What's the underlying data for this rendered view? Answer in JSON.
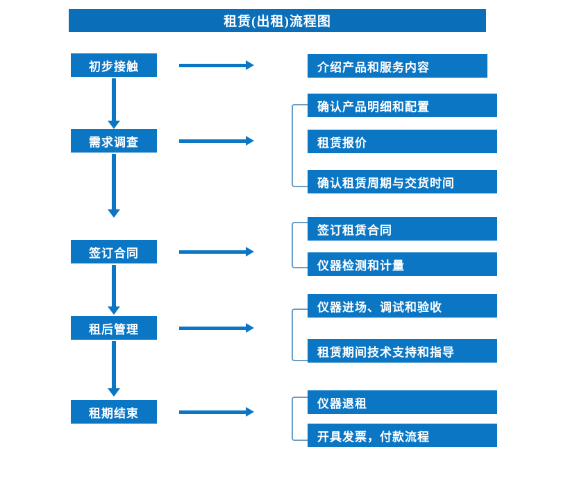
{
  "chart_data": {
    "type": "diagram",
    "title": "租赁(出租)流程图",
    "orientation": "vertical-left-stages-with-right-detail-groups"
  },
  "title": {
    "text": "租赁(出租)流程图"
  },
  "colors": {
    "box_fill": "#0b76c4",
    "title_fill": "#0b6eb8",
    "arrow": "#0b76c4",
    "bracket": "#6a9cc8",
    "text": "#ffffff",
    "background": "#ffffff"
  },
  "stages": [
    {
      "label": "初步接触",
      "details": [
        "介绍产品和服务内容"
      ]
    },
    {
      "label": "需求调查",
      "details": [
        "确认产品明细和配置",
        "租赁报价",
        "确认租赁周期与交货时间"
      ]
    },
    {
      "label": "签订合同",
      "details": [
        "签订租赁合同",
        "仪器检测和计量"
      ]
    },
    {
      "label": "租后管理",
      "details": [
        "仪器进场、调试和验收",
        "租赁期间技术支持和指导"
      ]
    },
    {
      "label": "租期结束",
      "details": [
        "仪器退租",
        "开具发票，付款流程"
      ]
    }
  ]
}
